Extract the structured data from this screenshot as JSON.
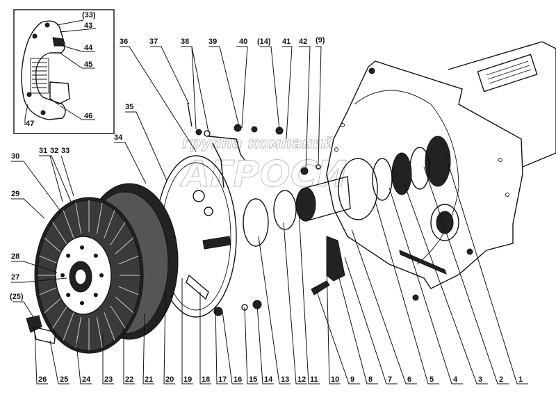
{
  "diagram": {
    "title": "Clutch assembly exploded view",
    "watermark": {
      "line1": "группа компаний",
      "line2": "АГРОСИ"
    },
    "inset": {
      "labels": [
        "(33)",
        "43",
        "44",
        "45",
        "46",
        "47"
      ]
    },
    "top_labels": [
      "36",
      "37",
      "38",
      "39",
      "40",
      "(14)",
      "41",
      "42",
      "(9)"
    ],
    "left_labels": [
      "35",
      "34",
      "30",
      "31",
      "32",
      "33",
      "29",
      "28",
      "27",
      "(25)"
    ],
    "bottom_labels": [
      "26",
      "25",
      "24",
      "23",
      "22",
      "21",
      "20",
      "19",
      "18",
      "17",
      "16",
      "15",
      "14",
      "13",
      "12",
      "11",
      "10",
      "9",
      "8",
      "7",
      "6",
      "5",
      "4",
      "3",
      "2",
      "1"
    ],
    "colors": {
      "ink": "#111111",
      "paper": "#ffffff",
      "watermark": "#bdbdbd"
    }
  }
}
